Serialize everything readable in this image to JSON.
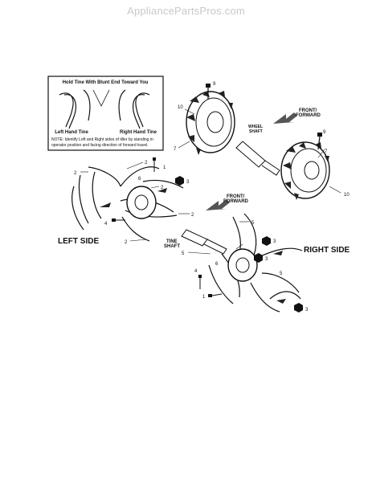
{
  "watermark": "AppliancePartsPros.com",
  "legend_box": {
    "title": "Hold Tine With Blunt End Toward You",
    "left_label": "Left Hand Tine",
    "right_label": "Right Hand Tine",
    "note_line1": "NOTE: Identify Left and Right sides of tiller by standing in",
    "note_line2": "operator position and facing direction of forward travel."
  },
  "section_labels": {
    "left_side": "LEFT SIDE",
    "right_side": "RIGHT SIDE",
    "front_forward_top_1": "FRONT/",
    "front_forward_top_2": "FORWARD",
    "front_forward_mid_1": "FRONT/",
    "front_forward_mid_2": "FORWARD",
    "wheel_shaft_1": "WHEEL",
    "wheel_shaft_2": "SHAFT",
    "tine_shaft_1": "TINE",
    "tine_shaft_2": "SHAFT"
  },
  "callouts": {
    "c9a": "9",
    "c10a": "10",
    "c7a": "7",
    "c9b": "9",
    "c7b": "7",
    "c10b": "10",
    "c2a": "2",
    "c2b": "2",
    "c2c": "2",
    "c2d": "2",
    "c2e": "2",
    "c6": "6",
    "c1a": "1",
    "c3a": "3",
    "c4a": "4",
    "c5a": "5",
    "c5b": "5",
    "c3b": "3",
    "c3c": "3",
    "c6b": "6",
    "c5c": "5",
    "c4b": "4",
    "c1b": "1",
    "c3d": "3"
  }
}
